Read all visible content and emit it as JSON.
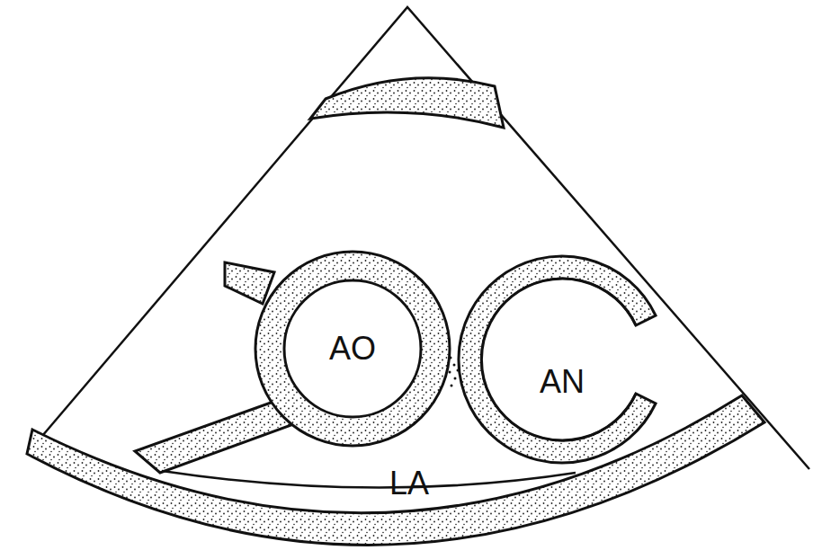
{
  "diagram": {
    "labels": [
      "AO",
      "AN",
      "LA"
    ]
  }
}
